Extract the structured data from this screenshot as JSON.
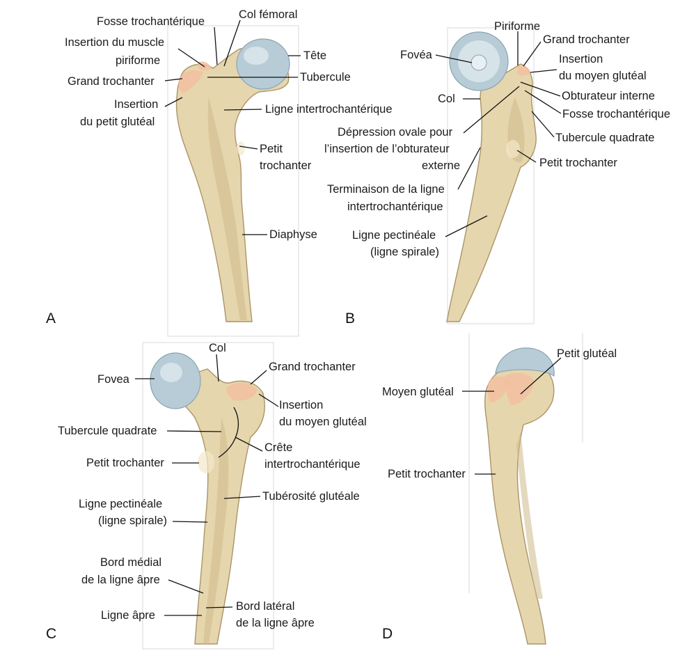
{
  "panels": {
    "A": {
      "letter": "A",
      "labels": {
        "fosse_trochanterique": "Fosse trochantérique",
        "col_femoral": "Col fémoral",
        "insertion_piriforme_1": "Insertion du muscle",
        "insertion_piriforme_2": "piriforme",
        "tete": "Tête",
        "grand_trochanter": "Grand trochanter",
        "tubercule": "Tubercule",
        "insertion_petit_gluteal_1": "Insertion",
        "insertion_petit_gluteal_2": "du petit glutéal",
        "ligne_intertrochanterique": "Ligne intertrochantérique",
        "petit_trochanter_1": "Petit",
        "petit_trochanter_2": "trochanter",
        "diaphyse": "Diaphyse"
      }
    },
    "B": {
      "letter": "B",
      "labels": {
        "piriforme": "Piriforme",
        "grand_trochanter": "Grand trochanter",
        "fovea": "Fovéa",
        "insertion_moyen_gluteal_1": "Insertion",
        "insertion_moyen_gluteal_2": "du moyen glutéal",
        "col": "Col",
        "obturateur_interne": "Obturateur interne",
        "fosse_trochanterique": "Fosse trochantérique",
        "depression_1": "Dépression ovale pour",
        "depression_2": "l’insertion de l’obturateur",
        "depression_3": "externe",
        "tubercule_quadrate": "Tubercule quadrate",
        "petit_trochanter": "Petit trochanter",
        "terminaison_1": "Terminaison de la ligne",
        "terminaison_2": "intertrochantérique",
        "ligne_pectineale_1": "Ligne pectinéale",
        "ligne_pectineale_2": "(ligne spirale)"
      }
    },
    "C": {
      "letter": "C",
      "labels": {
        "col": "Col",
        "grand_trochanter": "Grand trochanter",
        "fovea": "Fovea",
        "insertion_moyen_gluteal_1": "Insertion",
        "insertion_moyen_gluteal_2": "du moyen glutéal",
        "tubercule_quadrate": "Tubercule quadrate",
        "crete_1": "Crête",
        "crete_2": "intertrochantérique",
        "petit_trochanter": "Petit trochanter",
        "tuberosite_gluteale": "Tubérosité glutéale",
        "ligne_pectineale_1": "Ligne pectinéale",
        "ligne_pectineale_2": "(ligne spirale)",
        "bord_medial_1": "Bord médial",
        "bord_medial_2": "de la ligne âpre",
        "bord_lateral_1": "Bord latéral",
        "bord_lateral_2": "de la ligne âpre",
        "ligne_apre": "Ligne âpre"
      }
    },
    "D": {
      "letter": "D",
      "labels": {
        "petit_gluteal": "Petit glutéal",
        "moyen_gluteal": "Moyen glutéal",
        "petit_trochanter": "Petit trochanter"
      }
    }
  },
  "colors": {
    "bone": "#e6d6ad",
    "bone_outline": "#a99468",
    "articular_cartilage": "#b7ccd6",
    "muscle_insertion": "#f2bfa0",
    "leader_line": "#111111"
  }
}
